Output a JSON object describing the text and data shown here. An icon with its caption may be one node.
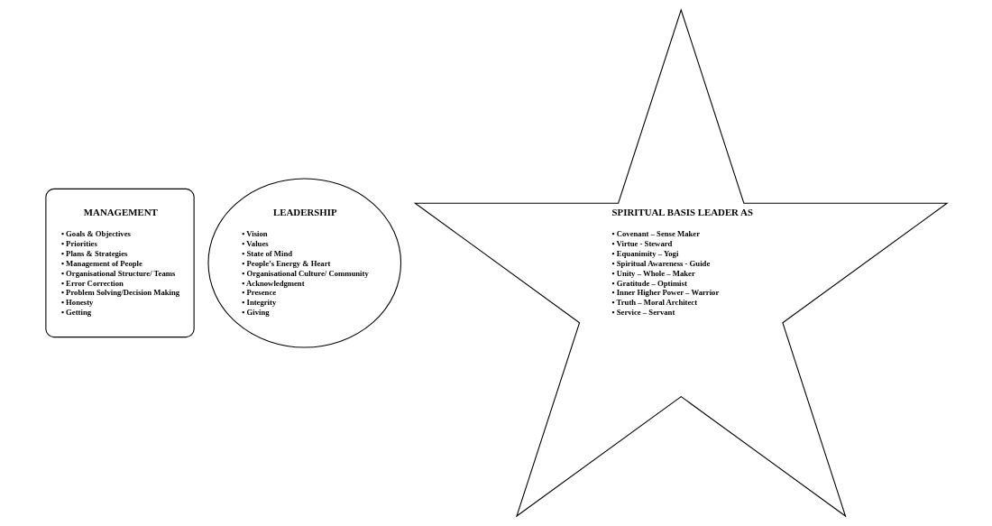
{
  "diagram": {
    "nodes": [
      {
        "text": [
          "MANAGEMENT",
          "• Goals & Objectives",
          "• Priorities",
          "• Plans & Strategies",
          "• Management of People",
          "• Organisational Structure/ Teams",
          "• Error Correction",
          "• Problem Solving/Decision Making",
          "• Honesty",
          "• Getting"
        ]
      },
      {
        "text": [
          "LEADERSHIP",
          "• Vision",
          "• Values",
          "• State of Mind",
          "• People’s Energy & Heart",
          "• Organisational Culture/ Community",
          "• Acknowledgment",
          "• Presence",
          "• Integrity",
          "• Giving"
        ]
      },
      {
        "text": [
          "SPIRITUAL BASIS LEADER AS",
          "• Covenant – Sense Maker",
          "• Virtue - Steward",
          "• Equanimity – Yogi",
          "• Spiritual Awareness - Guide",
          "• Unity – Whole – Maker",
          "• Gratitude – Optimist",
          "• Inner Higher Power – Warrior",
          "• Truth – Moral Architect",
          "• Service – Servant"
        ]
      }
    ],
    "edges": []
  }
}
